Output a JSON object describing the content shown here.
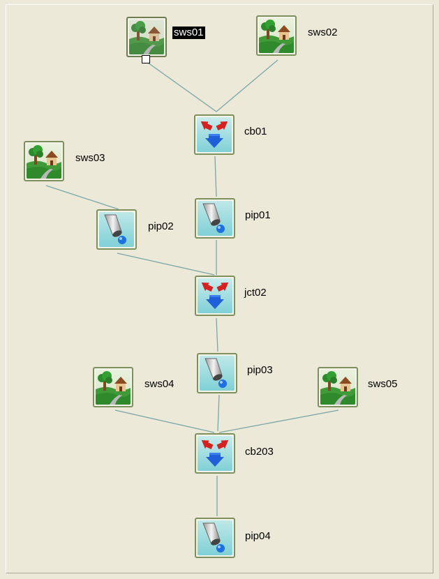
{
  "diagram": {
    "nodes": [
      {
        "id": "sws01",
        "type": "subwatershed",
        "label": "sws01",
        "selected": true
      },
      {
        "id": "sws02",
        "type": "subwatershed",
        "label": "sws02"
      },
      {
        "id": "cb01",
        "type": "junction",
        "label": "cb01"
      },
      {
        "id": "sws03",
        "type": "subwatershed",
        "label": "sws03"
      },
      {
        "id": "pip01",
        "type": "pipe",
        "label": "pip01"
      },
      {
        "id": "pip02",
        "type": "pipe",
        "label": "pip02"
      },
      {
        "id": "jct02",
        "type": "junction",
        "label": "jct02"
      },
      {
        "id": "pip03",
        "type": "pipe",
        "label": "pip03"
      },
      {
        "id": "sws04",
        "type": "subwatershed",
        "label": "sws04"
      },
      {
        "id": "sws05",
        "type": "subwatershed",
        "label": "sws05"
      },
      {
        "id": "cb203",
        "type": "junction",
        "label": "cb203"
      },
      {
        "id": "pip04",
        "type": "pipe",
        "label": "pip04"
      }
    ],
    "links": [
      [
        "sws01",
        "cb01"
      ],
      [
        "sws02",
        "cb01"
      ],
      [
        "cb01",
        "pip01"
      ],
      [
        "pip01",
        "jct02"
      ],
      [
        "sws03",
        "pip02"
      ],
      [
        "pip02",
        "jct02"
      ],
      [
        "jct02",
        "pip03"
      ],
      [
        "pip03",
        "cb203"
      ],
      [
        "sws04",
        "cb203"
      ],
      [
        "sws05",
        "cb203"
      ],
      [
        "cb203",
        "pip04"
      ]
    ],
    "icons": {
      "subwatershed": "house-landscape-icon",
      "pipe": "pipe-outlet-icon",
      "junction": "junction-arrows-icon"
    },
    "colors": {
      "link": "#7aa6a6",
      "selection": "#000000",
      "node_border": "#7d8f5a"
    }
  }
}
